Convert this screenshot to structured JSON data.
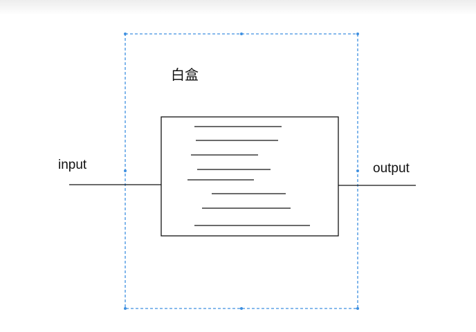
{
  "diagram": {
    "input_label": "input",
    "output_label": "output",
    "white_box_label": "白盒",
    "colors": {
      "selection_border": "#3d8fe0",
      "line": "#111111",
      "background": "#ffffff"
    }
  }
}
